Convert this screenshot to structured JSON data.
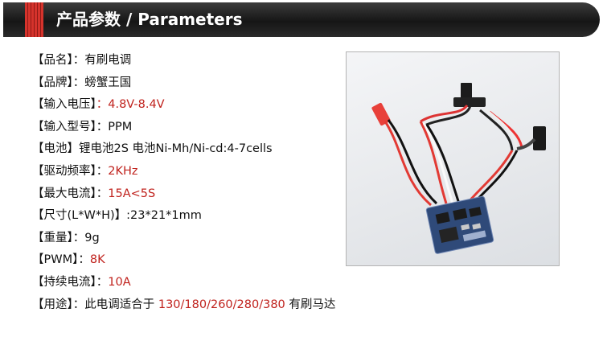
{
  "header": {
    "title": "产品参数 / Parameters"
  },
  "specs": [
    {
      "label": "【品名】",
      "sep": "：",
      "value": "有刷电调",
      "red": false
    },
    {
      "label": "【品牌】",
      "sep": "：",
      "value": "螃蟹王国",
      "red": false
    },
    {
      "label": "【输入电压】",
      "sep": "：",
      "value": "4.8V-8.4V",
      "red": true
    },
    {
      "label": "【输入型号】",
      "sep": "：",
      "value": "PPM",
      "red": false
    },
    {
      "label": "【电池】",
      "sep": "",
      "value": "锂电池2S 电池Ni-Mh/Ni-cd:4-7cells",
      "red": false
    },
    {
      "label": "【驱动频率】",
      "sep": "：",
      "value": "2KHz",
      "red": true
    },
    {
      "label": "【最大电流】",
      "sep": "：",
      "value": "15A<5S",
      "red": true
    },
    {
      "label": "【尺寸(L*W*H)】",
      "sep": "",
      "value": ":23*21*1mm",
      "red": false
    },
    {
      "label": "【重量】",
      "sep": "：",
      "value": "9g",
      "red": false
    },
    {
      "label": "【PWM】",
      "sep": "：",
      "value": "8K",
      "red": true
    },
    {
      "label": "【持续电流】",
      "sep": "：",
      "value": "10A",
      "red": true
    },
    {
      "label": "【用途】",
      "sep": "：",
      "value": "此电调适合于 ",
      "value_red": "130/180/260/280/380",
      "suffix": " 有刷马达",
      "red": false
    }
  ],
  "colors": {
    "accent_red": "#c0221d",
    "header_bg": "#1e1e1e",
    "header_stripe": "#d6332c"
  },
  "photo": {
    "subject": "brushed-esc-product-photo"
  }
}
